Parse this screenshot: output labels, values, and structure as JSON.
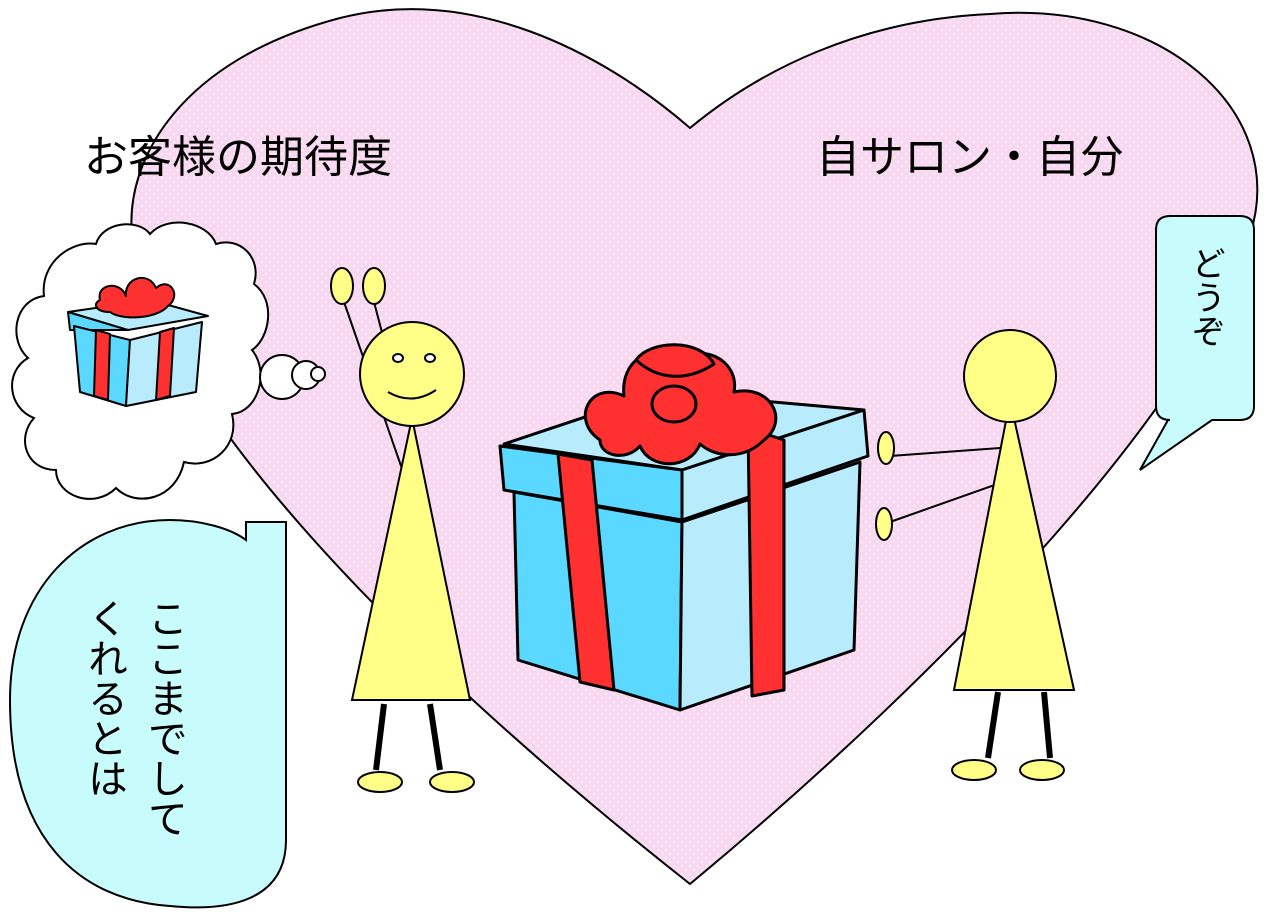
{
  "labels": {
    "customer_expectation": "お客様の期待度",
    "own_salon": "自サロン・自分"
  },
  "speech": {
    "staff": "どうぞ",
    "customer_lines": [
      "ここまでして",
      "くれるとは"
    ]
  },
  "colors": {
    "heart_fill": "#f8d8f0",
    "figure_fill": "#ffff88",
    "gift_blue": "#5ad8ff",
    "gift_light": "#b8ecfc",
    "ribbon_red": "#ff3030",
    "bubble_fill": "#c8fcfc"
  }
}
